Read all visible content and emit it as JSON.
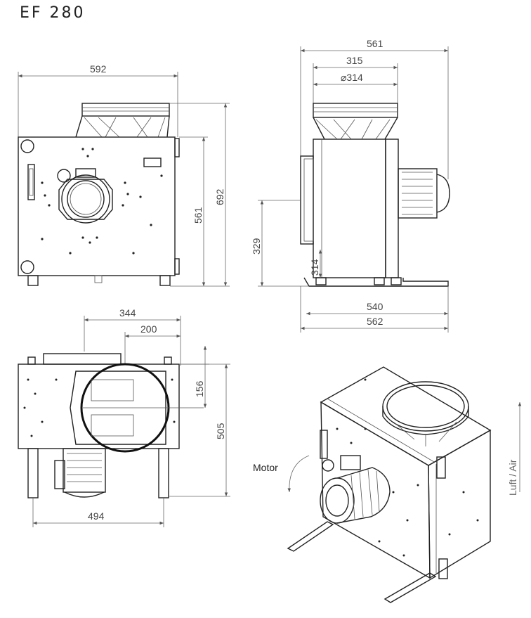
{
  "title": "EF 280",
  "front_view": {
    "width": "592",
    "height_total": "692",
    "height_body": "561"
  },
  "side_view": {
    "width_top": "561",
    "outlet": "315",
    "outlet_diameter": "⌀314",
    "inlet_height": "329",
    "base_height": "314",
    "base_inner": "540",
    "base_outer": "562"
  },
  "top_view": {
    "offset": "344",
    "half": "200",
    "inset": "156",
    "depth": "505",
    "base": "494"
  },
  "iso_view": {
    "motor_label": "Motor",
    "airflow_label": "Luft / Air"
  }
}
